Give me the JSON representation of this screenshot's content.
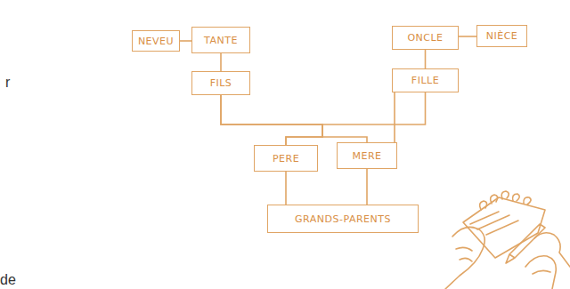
{
  "diagram": {
    "nodes": [
      {
        "text": [
          "NEVEU"
        ]
      },
      {
        "text": [
          "TANTE"
        ]
      },
      {
        "text": [
          "ONCLE"
        ]
      },
      {
        "text": [
          "NIÈCE"
        ]
      },
      {
        "text": [
          "FILS"
        ]
      },
      {
        "text": [
          "FILLE"
        ]
      },
      {
        "text": [
          "PERE"
        ]
      },
      {
        "text": [
          "MERE"
        ]
      },
      {
        "text": [
          "GRANDS-PARENTS"
        ]
      }
    ],
    "edges": [
      {
        "from": 0,
        "to": 1,
        "arrow": "none"
      },
      {
        "from": 2,
        "to": 3,
        "arrow": "none"
      },
      {
        "from": 1,
        "to": 4,
        "arrow": "none"
      },
      {
        "from": 2,
        "to": 5,
        "arrow": "none"
      },
      {
        "from": 4,
        "to": 6,
        "arrow": "none"
      },
      {
        "from": 4,
        "to": 7,
        "arrow": "none"
      },
      {
        "from": 5,
        "to": 6,
        "arrow": "none"
      },
      {
        "from": 5,
        "to": 7,
        "arrow": "none"
      },
      {
        "from": 6,
        "to": 8,
        "arrow": "none"
      },
      {
        "from": 7,
        "to": 8,
        "arrow": "none"
      }
    ],
    "labels": [
      "r",
      "de"
    ]
  }
}
